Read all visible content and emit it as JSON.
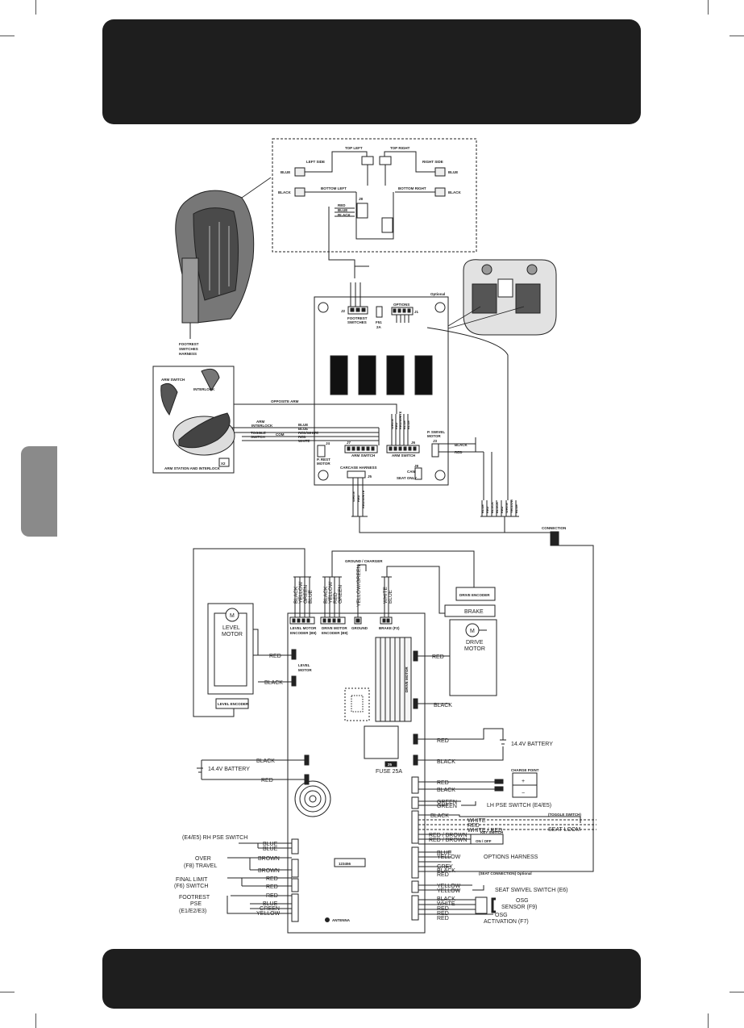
{
  "footrest_box": {
    "left_side": "LEFT SIDE",
    "right_side": "RIGHT SIDE",
    "top_left": "TOP LEFT",
    "top_right": "TOP RIGHT",
    "bottom_left": "BOTTOM LEFT",
    "bottom_right": "BOTTOM RIGHT",
    "blue": "BLUE",
    "black": "BLACK",
    "j8": "J8",
    "j8_wires": [
      "RED",
      "BLUE",
      "BLACK"
    ]
  },
  "footrest_harness_label": [
    "FOOTREST",
    "SWITCHES",
    "HARNESS"
  ],
  "upper_board": {
    "optional": "Optional",
    "j2": "J2",
    "footrest_switches": [
      "FOOTREST",
      "SWITCHES"
    ],
    "options": "OPTIONS",
    "j1": "J1",
    "fuse": [
      "F51",
      "2A"
    ],
    "opposite_arm": "OPPOSITE ARM",
    "arm_interlock": [
      "ARM",
      "INTERLOCK"
    ],
    "toggle_switch": [
      "TOGGLE",
      "SWITCH"
    ],
    "com": "COM",
    "arm_wires": [
      "BLUE",
      "BLUE",
      "RED/WHITE",
      "RED",
      "WHITE"
    ],
    "j7": "J7",
    "arm_switch": "ARM SWITCH",
    "j6": "J6",
    "j6_wires": [
      "WHITE",
      "RED",
      "RED/WHITE",
      "BLUE",
      "BLUE"
    ],
    "p_swivel_motor": [
      "P. SWIVEL",
      "MOTOR"
    ],
    "j5_top": "J3",
    "black": "BLACK",
    "red": "RED",
    "p_rest_motor": [
      "P. REST",
      "MOTOR"
    ],
    "j4": "J4",
    "carcase_harness": "CARCASE HARNESS",
    "j5": "J5",
    "can": "CAN",
    "seat_only": "SEAT ONLY",
    "j8": "J8",
    "j5_wires": [
      "WHITE",
      "RED",
      "RED/WHITE"
    ]
  },
  "arm_box": {
    "arm_switch": "ARM SWITCH",
    "interlock": "INTERLOCK",
    "caption": "ARM STATION AND INTERLOCK",
    "x2": "X2"
  },
  "right_loom": [
    "BLUE",
    "RED",
    "BLACK",
    "BLACK",
    "RED",
    "WHITE",
    "YELLOW",
    "BLUE"
  ],
  "connection": "CONNECTION",
  "main": {
    "ground_charger": "GROUND / CHARGER",
    "level_enc_wires": [
      "BLACK",
      "YELLOW",
      "GREEN",
      "BLUE"
    ],
    "drive_enc_wires": [
      "BLACK",
      "YELLOW",
      "RED",
      "GREEN"
    ],
    "ground_wire": "YELLOW/GREEN",
    "brake_wires": [
      "WHITE",
      "BLUE"
    ],
    "level_motor_encoder": [
      "LEVEL MOTOR",
      "ENCODER (B9)"
    ],
    "drive_motor_encoder": [
      "DRIVE MOTOR",
      "ENCODER (B9)"
    ],
    "ground": "GROUND",
    "brake_f2": "BRAKE (F2)",
    "drive_encoder": "DRIVE ENCODER",
    "brake": "BRAKE",
    "drive_motor": [
      "DRIVE",
      "MOTOR"
    ],
    "m": "M",
    "level_motor": [
      "LEVEL",
      "MOTOR"
    ],
    "level_encoder": "LEVEL ENCODER",
    "level_motor_conn": [
      "LEVEL",
      "MOTOR"
    ],
    "drive_motor_conn": "DRIVE MOTOR",
    "red": "RED",
    "black": "BLACK",
    "battery_right": "14.4V BATTERY",
    "battery_left": "14.4V BATTERY",
    "fuse": "FUSE 25A",
    "fuse_small": "25",
    "charge_point": "CHARGE POINT",
    "plus": "+",
    "minus": "−",
    "green": "GREEN",
    "lh_pse": "LH PSE SWITCH (E4/E5)",
    "white": "WHITE",
    "white_red": "WHITE / RED",
    "toggle_switch": "(TOGGLE SWITCH)",
    "seat_loom": "SEAT LOOM",
    "red_brown": "RED / BROWN",
    "key_switch": "KEY SWITCH",
    "on_off": "ON / OFF",
    "blue": "BLUE",
    "yellow": "YELLOW",
    "grey": "GREY",
    "options_harness": "OPTIONS HARNESS",
    "seat_connection": "(SEAT CONNECTION) Optional",
    "seat_swivel": "SEAT SWIVEL SWITCH (E6)",
    "osg_sensor": [
      "OSG",
      "SENSOR (F9)"
    ],
    "osg_activation": [
      "OSG",
      "ACTIVATION (F7)"
    ],
    "rh_pse": "(E4/E5) RH PSE SWITCH",
    "brown": "BROWN",
    "over_travel": [
      "OVER",
      "(F8) TRAVEL"
    ],
    "final_limit": [
      "FINAL LIMIT",
      "(F6) SWITCH"
    ],
    "footrest_pse": [
      "FOOTREST",
      "PSE",
      "(E1/E2/E3)"
    ],
    "antenna": "ANTENNA",
    "label_chip": "123456"
  }
}
